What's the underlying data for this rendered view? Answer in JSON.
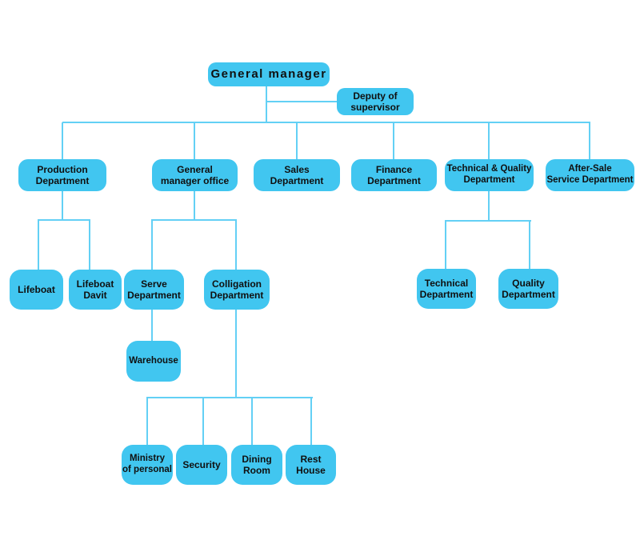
{
  "diagram": {
    "type": "org-chart",
    "root": "general-manager"
  },
  "colors": {
    "box_fill": "#41c6f0",
    "connector_line": "#63d0f5",
    "text": "#101010",
    "background": "#ffffff"
  },
  "nodes": [
    {
      "id": "general-manager",
      "label": "General manager",
      "parent": null
    },
    {
      "id": "deputy-of-supervisor",
      "label": "Deputy of\nsupervisor",
      "parent": "general-manager"
    },
    {
      "id": "production-department",
      "label": "Production\nDepartment",
      "parent": "general-manager"
    },
    {
      "id": "general-manager-office",
      "label": "General\nmanager office",
      "parent": "general-manager"
    },
    {
      "id": "sales-department",
      "label": "Sales\nDepartment",
      "parent": "general-manager"
    },
    {
      "id": "finance-department",
      "label": "Finance\nDepartment",
      "parent": "general-manager"
    },
    {
      "id": "technical-quality-department",
      "label": "Technical & Quality\nDepartment",
      "parent": "general-manager"
    },
    {
      "id": "after-sale-service-department",
      "label": "After-Sale\nService Department",
      "parent": "general-manager"
    },
    {
      "id": "lifeboat",
      "label": "Lifeboat",
      "parent": "production-department"
    },
    {
      "id": "lifeboat-davit",
      "label": "Lifeboat\nDavit",
      "parent": "production-department"
    },
    {
      "id": "serve-department",
      "label": "Serve\nDepartment",
      "parent": "general-manager-office"
    },
    {
      "id": "colligation-department",
      "label": "Colligation\nDepartment",
      "parent": "general-manager-office"
    },
    {
      "id": "warehouse",
      "label": "Warehouse",
      "parent": "serve-department"
    },
    {
      "id": "technical-department",
      "label": "Technical\nDepartment",
      "parent": "technical-quality-department"
    },
    {
      "id": "quality-department",
      "label": "Quality\nDepartment",
      "parent": "technical-quality-department"
    },
    {
      "id": "ministry-of-personal",
      "label": "Ministry\nof personal",
      "parent": "colligation-department"
    },
    {
      "id": "security",
      "label": "Security",
      "parent": "colligation-department"
    },
    {
      "id": "dining-room",
      "label": "Dining\nRoom",
      "parent": "colligation-department"
    },
    {
      "id": "rest-house",
      "label": "Rest\nHouse",
      "parent": "colligation-department"
    }
  ]
}
